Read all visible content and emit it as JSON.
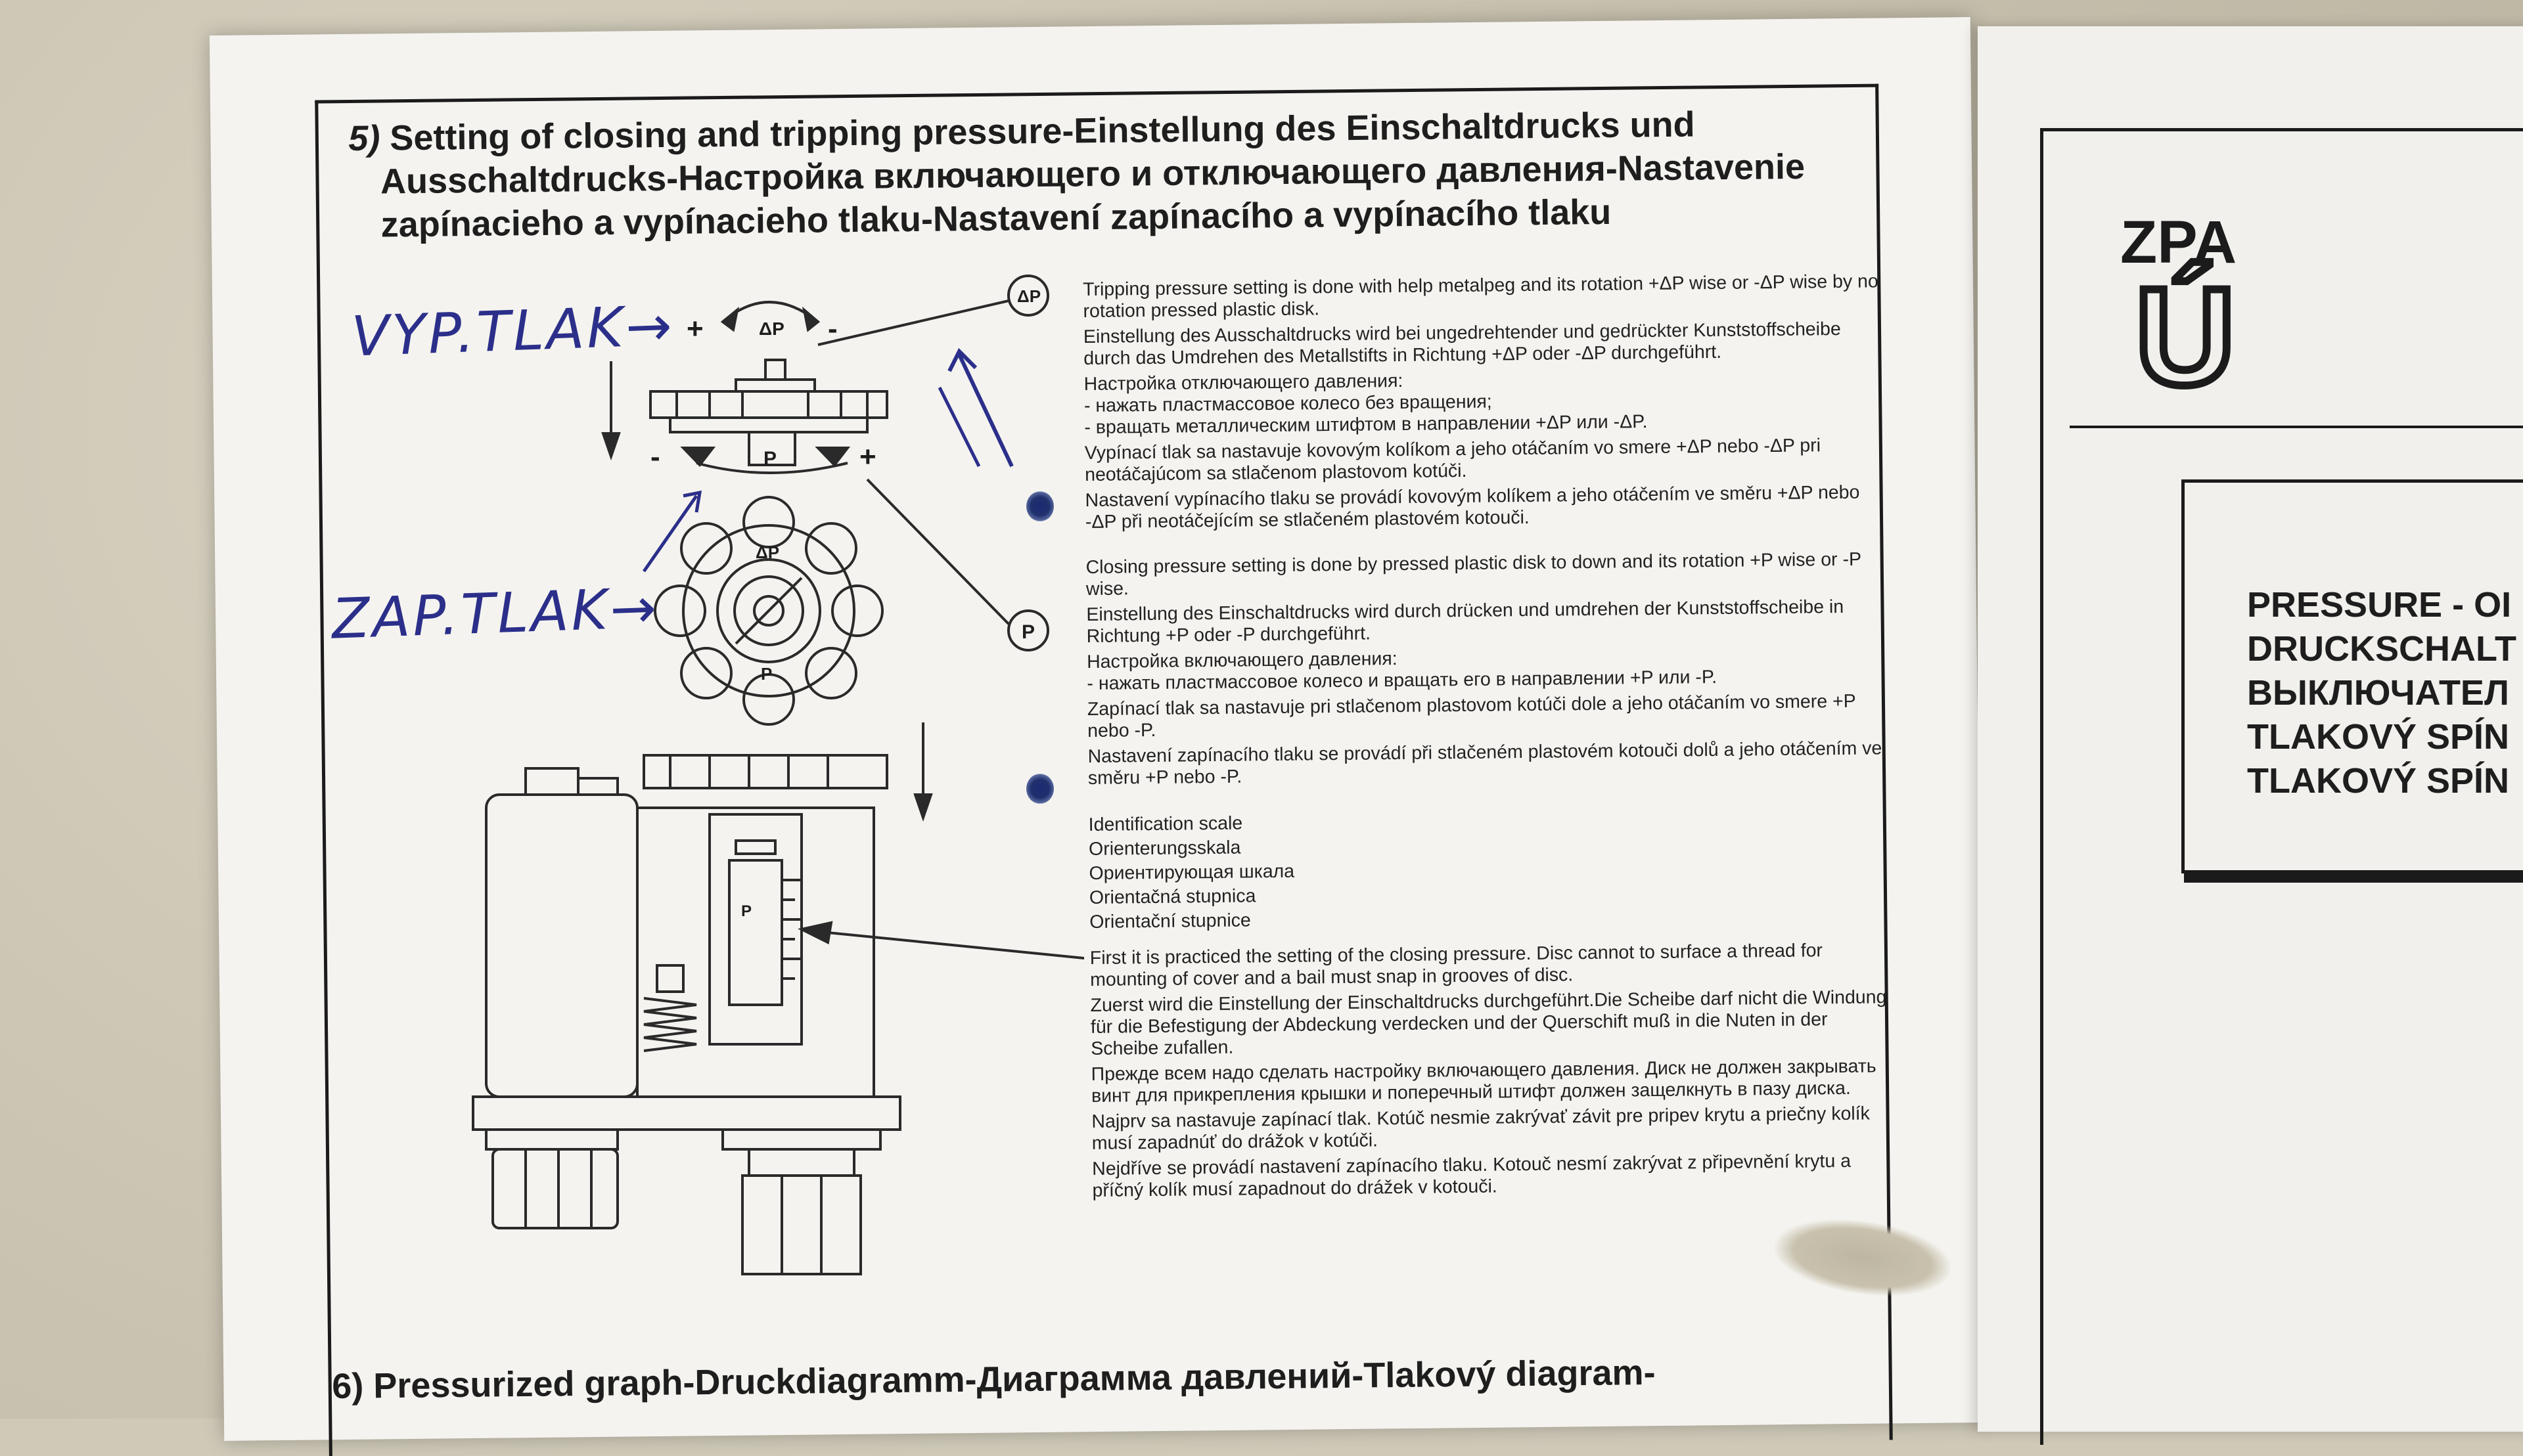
{
  "heading": {
    "number": "5)",
    "line1": "Setting of closing and tripping pressure-Einstellung des Einschaltdrucks und",
    "line2": "Ausschaltdrucks-Настройка включающего и отключающего давления-Nastavenie",
    "line3": "zapínacieho a vypínacieho tlaku-Nastavení zapínacího a vypínacího tlaku"
  },
  "diagram": {
    "delta_p_label": "ΔP",
    "p_label": "P",
    "minus": "-",
    "plus": "+",
    "handwritten_top": "VYP.TLAK→",
    "handwritten_bottom": "ZAP.TLAK→"
  },
  "tripping": {
    "en": "Tripping pressure setting is done with help metalpeg and its rotation +ΔP wise or -ΔP wise by no rotation pressed plastic disk.",
    "de": "Einstellung des Ausschaltdrucks wird bei ungedrehtender und gedrückter Kunststoffscheibe durch das Umdrehen des Metallstifts in Richtung +ΔP oder -ΔP durchgeführt.",
    "ru_title": "Настройка отключающего давления:",
    "ru_1": "- нажать пластмассовое колесо без вращения;",
    "ru_2": "- вращать металлическим штифтом в направлении +ΔP или -ΔP.",
    "sk": "Vypínací tlak sa nastavuje kovovým kolíkom a jeho otáčaním vo smere +ΔP nebo -ΔP pri neotáčajúcom sa stlačenom plastovom kotúči.",
    "cz": "Nastavení vypínacího tlaku se provádí kovovým kolíkem a jeho otáčením ve směru +ΔP nebo -ΔP při neotáčejícím se stlačeném plastovém kotouči."
  },
  "closing": {
    "en": "Closing pressure setting is done by pressed plastic disk to down and its rotation +P wise or -P wise.",
    "de": "Einstellung des Einschaltdrucks wird durch drücken und umdrehen der Kunststoffscheibe in Richtung +P oder -P durchgeführt.",
    "ru_title": "Настройка включающего давления:",
    "ru_1": "- нажать пластмассовое колесо и вращать его в направлении +P или -P.",
    "sk": "Zapínací tlak sa nastavuje pri stlačenom plastovom kotúči dole a jeho otáčaním vo smere +P nebo -P.",
    "cz": "Nastavení zapínacího tlaku se provádí při stlačeném plastovém kotouči dolů a jeho otáčením ve směru +P nebo -P."
  },
  "scale": [
    "Identification scale",
    "Orienterungsskala",
    "Ориентирующая шкала",
    "Orientačná stupnica",
    "Orientační stupnice"
  ],
  "first": {
    "en": "First it is practiced the setting of the closing pressure. Disc cannot to surface a thread for mounting of cover and a bail must snap in grooves of disc.",
    "de": "Zuerst wird die Einstellung der Einschaltdrucks durchgeführt.Die Scheibe darf nicht die Windung für die Befestigung der Abdeckung verdecken und der Querschift muß in die Nuten in der Scheibe zufallen.",
    "ru": "Прежде всем надо сделать настройку включающего давления. Диск не должен закрывать винт для прикрепления крышки и поперечный штифт должен защелкнуть в пазу диска.",
    "sk": "Najprv sa nastavuje zapínací tlak. Kotúč nesmie zakrývať závit pre pripev krytu a priečny kolík musí zapadnúť do drážok v kotúči.",
    "cz": "Nejdříve se provádí nastavení zapínacího tlaku. Kotouč nesmí zakrývat z připevnění krytu a příčný kolík musí zapadnout do drážek v kotouči."
  },
  "next_heading": "6) Pressurized graph-Druckdiagramm-Диаграмма давлений-Tlakový diagram-",
  "right_panel": {
    "logo_top": "ZPA",
    "logo_bottom": "Ú",
    "lines": [
      "PRESSURE - OI",
      "DRUCKSCHALT",
      "ВЫКЛЮЧАТЕЛ",
      "TLAKOVÝ SPÍN",
      "TLAKOVÝ SPÍN"
    ]
  },
  "colors": {
    "paper": "#f4f3ef",
    "ink": "#1e1e1e",
    "pen": "#2b2f8a"
  }
}
